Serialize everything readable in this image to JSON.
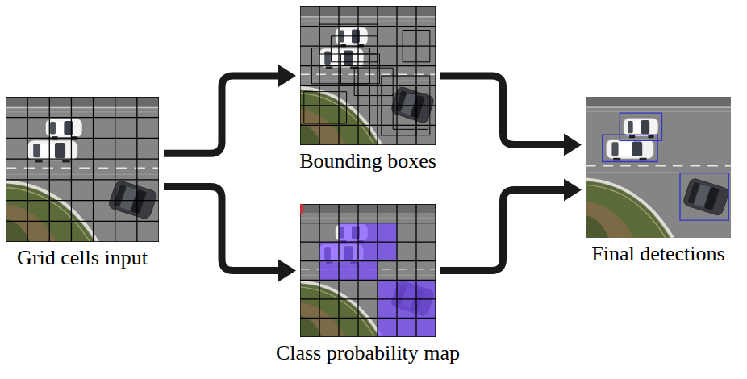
{
  "diagram": {
    "nodes": [
      {
        "text": [
          "Grid cells input"
        ]
      },
      {
        "text": [
          "Bounding boxes"
        ]
      },
      {
        "text": [
          "Class probability map"
        ]
      },
      {
        "text": [
          "Final detections"
        ]
      }
    ],
    "edges": [
      {
        "from": 0,
        "to": 1,
        "arrow": "to"
      },
      {
        "from": 0,
        "to": 2,
        "arrow": "to"
      },
      {
        "from": 1,
        "to": 3,
        "arrow": "to"
      },
      {
        "from": 2,
        "to": 3,
        "arrow": "to"
      }
    ]
  }
}
